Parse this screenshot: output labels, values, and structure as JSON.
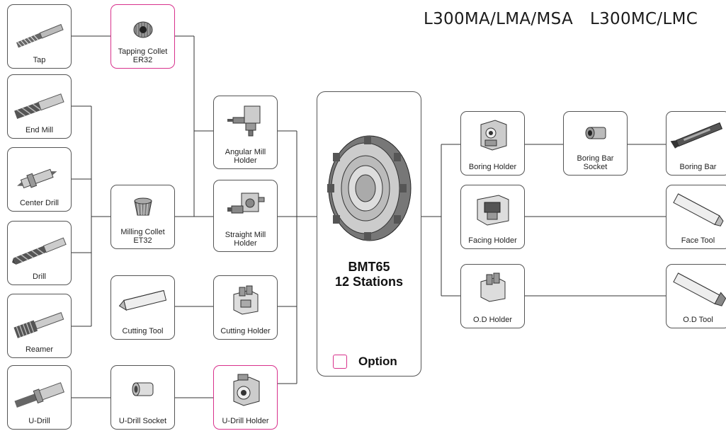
{
  "header": {
    "models": [
      "L300MA/LMA/MSA",
      "L300MC/LMC"
    ]
  },
  "turret": {
    "name": "BMT65",
    "stations": "12 Stations"
  },
  "legend": {
    "option_label": "Option",
    "option_color": "#d8318c"
  },
  "items": {
    "tap": "Tap",
    "tapping_collet": [
      "Tapping Collet",
      "ER32"
    ],
    "end_mill": "End Mill",
    "center_drill": "Center Drill",
    "drill": "Drill",
    "reamer": "Reamer",
    "u_drill": "U-Drill",
    "milling_collet": [
      "Milling Collet",
      "ET32"
    ],
    "cutting_tool": "Cutting Tool",
    "u_drill_socket": "U-Drill Socket",
    "angular_mill_holder": [
      "Angular Mill",
      "Holder"
    ],
    "straight_mill_holder": [
      "Straight Mill",
      "Holder"
    ],
    "cutting_holder": "Cutting Holder",
    "u_drill_holder": "U-Drill Holder",
    "boring_holder": "Boring Holder",
    "facing_holder": "Facing Holder",
    "od_holder": "O.D Holder",
    "boring_bar_socket": [
      "Boring Bar",
      "Socket"
    ],
    "boring_bar": "Boring Bar",
    "face_tool": "Face Tool",
    "od_tool": "O.D Tool"
  }
}
